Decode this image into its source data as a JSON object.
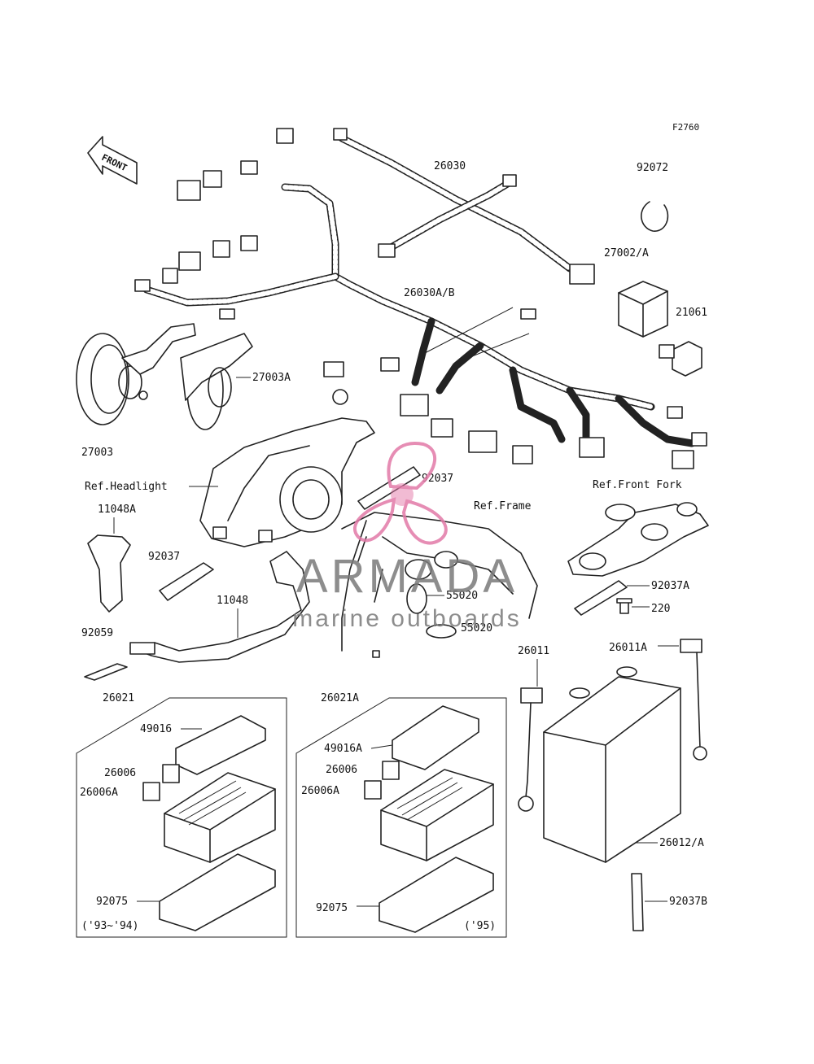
{
  "figure_code": "F2760",
  "front_arrow": "FRONT",
  "labels": {
    "p26030": "26030",
    "p92072": "92072",
    "p27002": "27002/A",
    "p26030ab": "26030A/B",
    "p21061": "21061",
    "p27003a": "27003A",
    "p27003": "27003",
    "ref_headlight": "Ref.Headlight",
    "p92037_top": "92037",
    "ref_front_fork": "Ref.Front Fork",
    "p11048a": "11048A",
    "ref_frame": "Ref.Frame",
    "p92037_left": "92037",
    "p92037a": "92037A",
    "p11048": "11048",
    "p55020_a": "55020",
    "p220": "220",
    "p55020_b": "55020",
    "p92059": "92059",
    "p26011": "26011",
    "p26011a": "26011A",
    "p26021": "26021",
    "p26021a": "26021A",
    "p49016": "49016",
    "p49016a": "49016A",
    "p26006_l": "26006",
    "p26006a_l": "26006A",
    "p26006_r": "26006",
    "p26006a_r": "26006A",
    "p26012": "26012/A",
    "p92075_l": "92075",
    "p92075_r": "92075",
    "p92037b": "92037B",
    "years_left": "('93~'94)",
    "years_right": "('95)"
  },
  "watermark": {
    "brand": "ARMADA",
    "tagline": "marine outboards",
    "color": "#e27aa8"
  }
}
